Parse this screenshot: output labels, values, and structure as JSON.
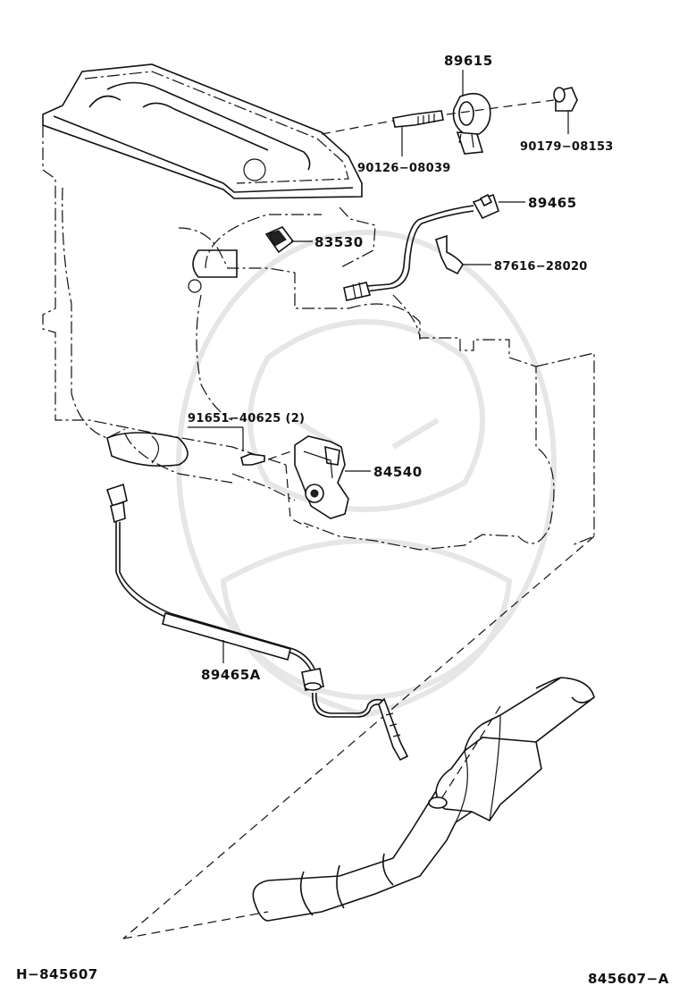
{
  "diagram": {
    "callouts": [
      {
        "id": "c89615",
        "text": "89615"
      },
      {
        "id": "c90126",
        "text": "90126−08039"
      },
      {
        "id": "c90179",
        "text": "90179−08153"
      },
      {
        "id": "c89465",
        "text": "89465"
      },
      {
        "id": "c83530",
        "text": "83530"
      },
      {
        "id": "c87616",
        "text": "87616−28020"
      },
      {
        "id": "c91651",
        "text": "91651−40625 (2)"
      },
      {
        "id": "c84540",
        "text": "84540"
      },
      {
        "id": "c89465A",
        "text": "89465A"
      }
    ],
    "ref_left": "H−845607",
    "ref_right": "845607−A"
  }
}
